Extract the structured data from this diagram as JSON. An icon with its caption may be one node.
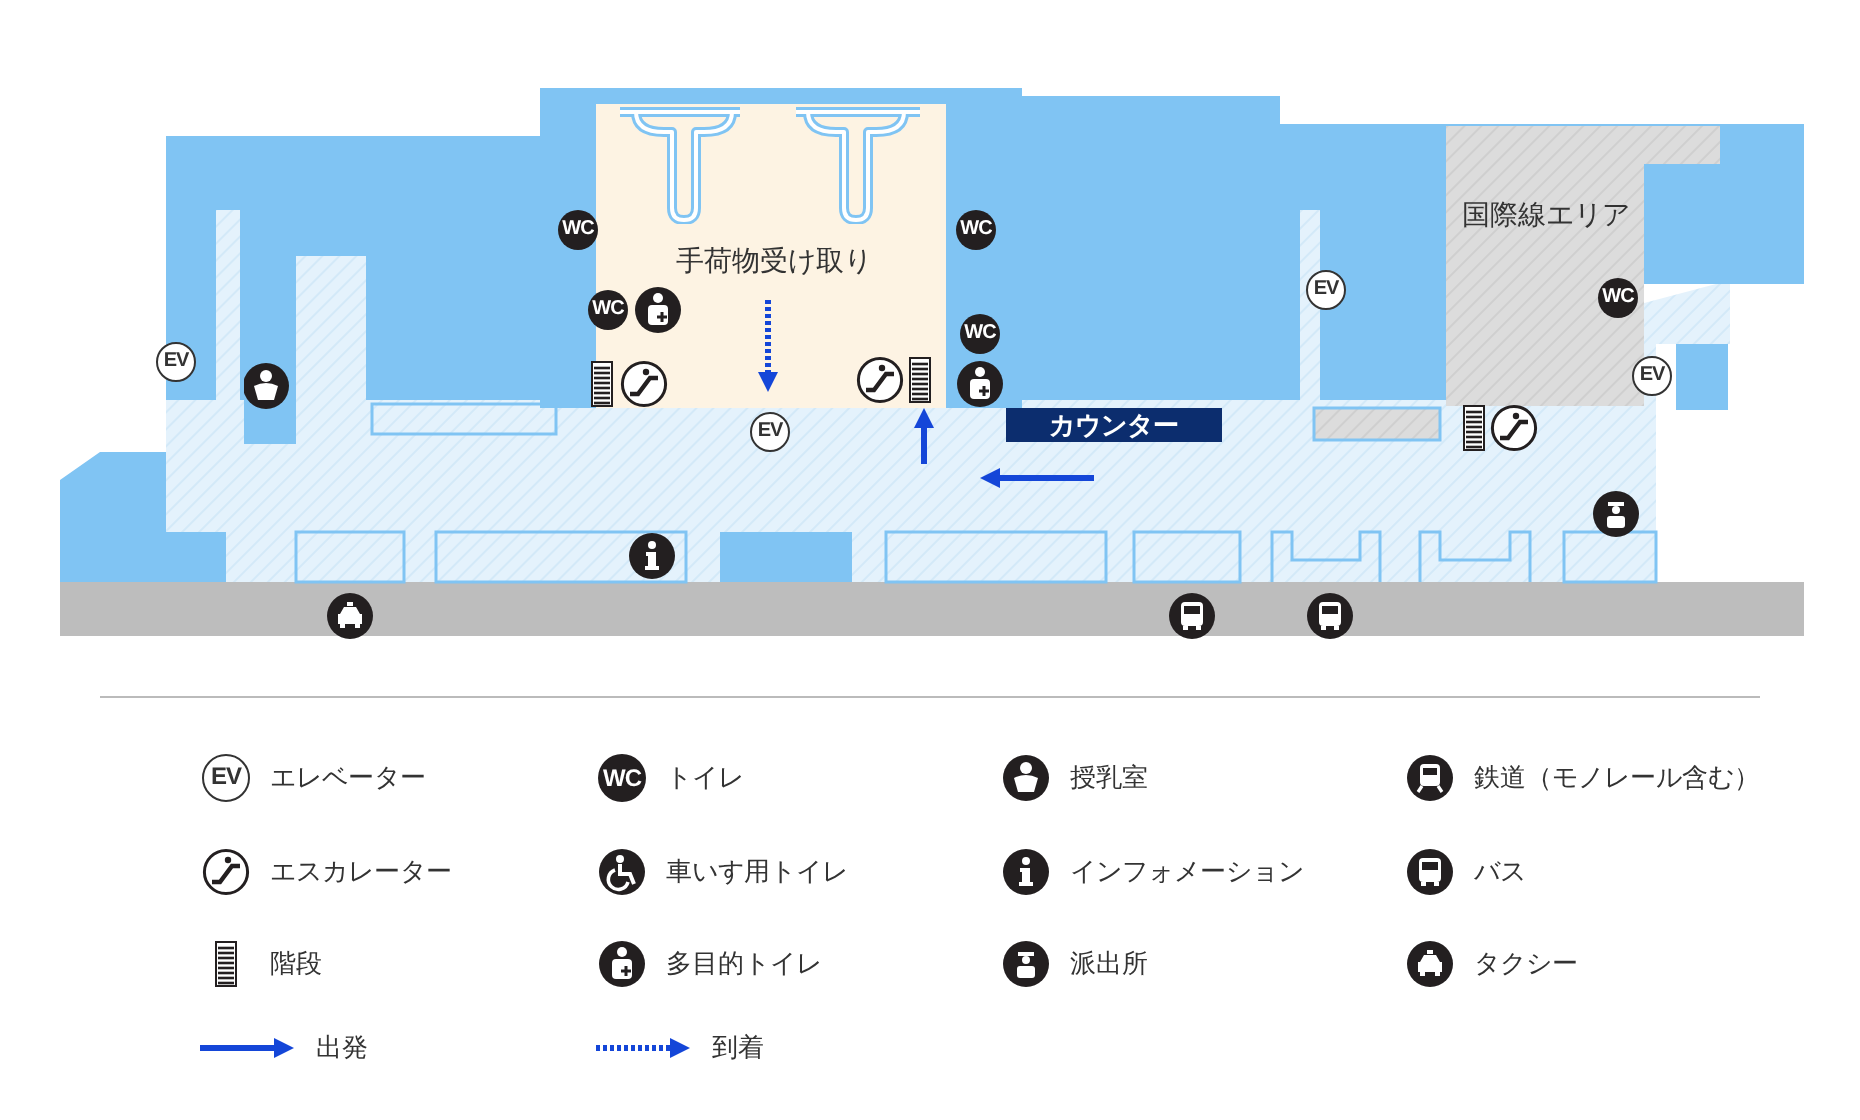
{
  "diagram": {
    "nodes": [
      {
        "text": [
          "手荷物受け取り"
        ]
      },
      {
        "text": [
          "国際線エリア"
        ]
      },
      {
        "text": [
          "カウンター"
        ]
      }
    ],
    "labels": [
      "WC",
      "WC",
      "EV",
      "WC",
      "WC",
      "WC",
      "EV",
      "EV",
      "EV",
      "EV",
      "WC"
    ],
    "legend": [
      {
        "text": "エレベーター"
      },
      {
        "text": "トイレ"
      },
      {
        "text": "授乳室"
      },
      {
        "text": "鉄道（モノレール含む）"
      },
      {
        "text": "エスカレーター"
      },
      {
        "text": "車いす用トイレ"
      },
      {
        "text": "インフォメーション"
      },
      {
        "text": "バス"
      },
      {
        "text": "階段"
      },
      {
        "text": "多目的トイレ"
      },
      {
        "text": "派出所"
      },
      {
        "text": "タクシー"
      },
      {
        "text": "出発"
      },
      {
        "text": "到着"
      }
    ]
  }
}
